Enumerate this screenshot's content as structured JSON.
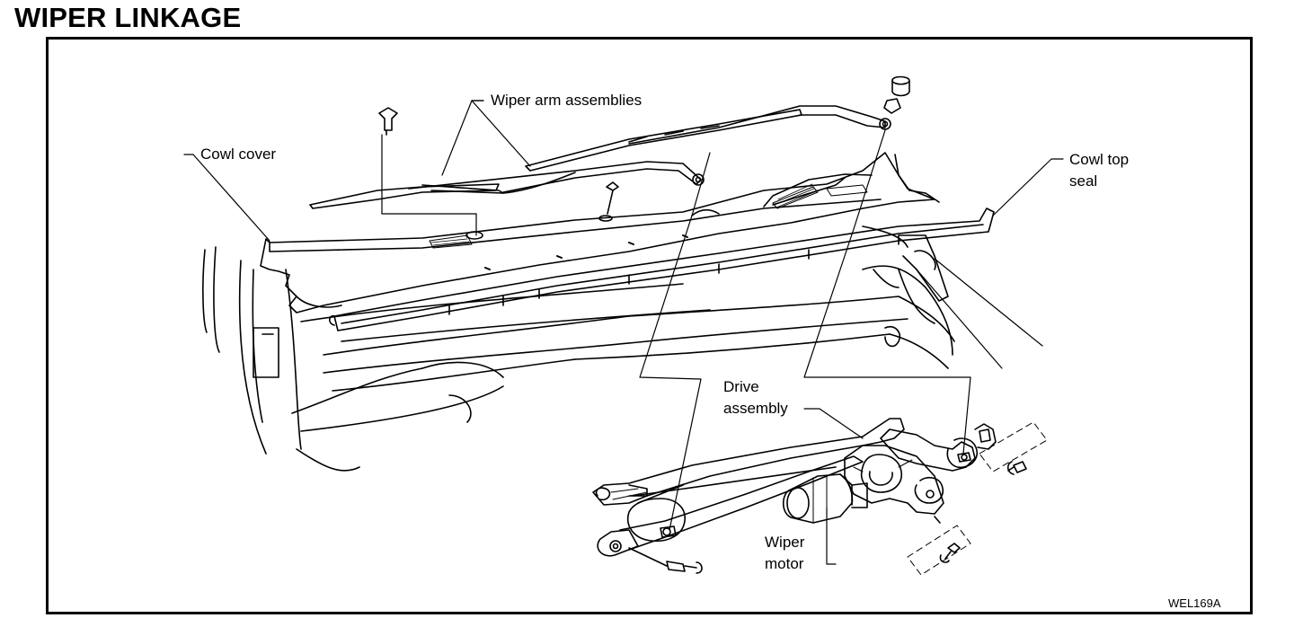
{
  "title": "WIPER LINKAGE",
  "labels": {
    "wiper_arms": "Wiper arm assemblies",
    "cowl_cover": "Cowl cover",
    "cowl_top_seal_1": "Cowl top",
    "cowl_top_seal_2": "seal",
    "drive_assembly_1": "Drive",
    "drive_assembly_2": "assembly",
    "wiper_motor_1": "Wiper",
    "wiper_motor_2": "motor"
  },
  "figure_code": "WEL169A"
}
